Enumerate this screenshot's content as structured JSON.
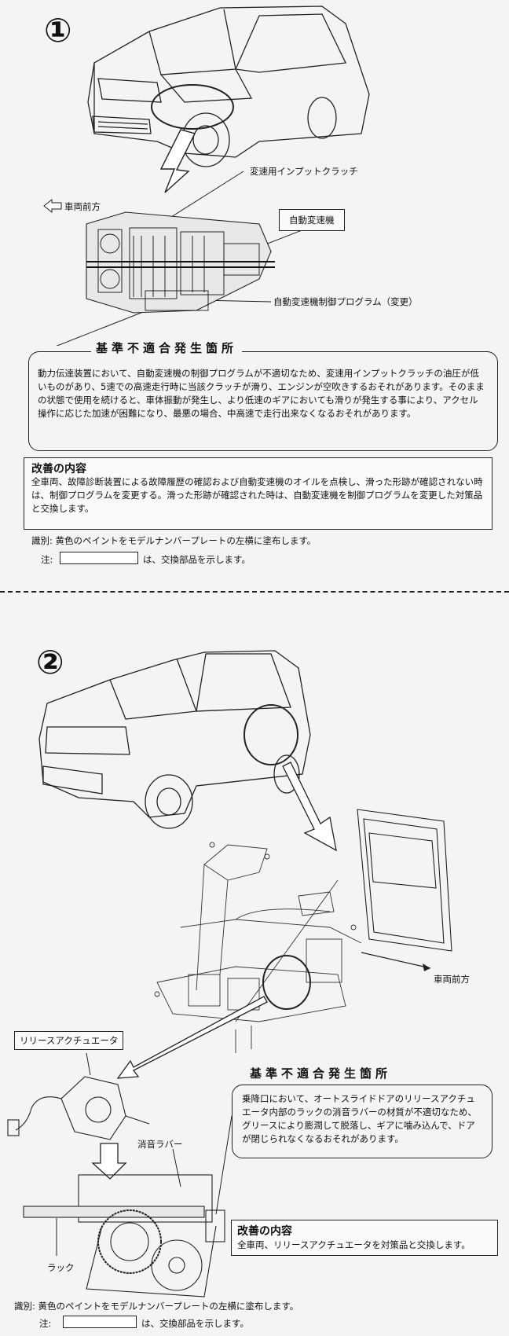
{
  "section1": {
    "number": "①",
    "label_input_clutch": "変速用インプットクラッチ",
    "label_vehicle_front": "車両前方",
    "label_transmission": "自動変速機",
    "label_program": "自動変速機制御プログラム（変更）",
    "nonconformity_title": "基準不適合発生箇所",
    "nonconformity_text": "動力伝達装置において、自動変速機の制御プログラムが不適切なため、変速用インプットクラッチの油圧が低いものがあり、5速での高速走行時に当該クラッチが滑り、エンジンが空吹きするおそれがあります。そのままの状態で使用を続けると、車体振動が発生し、より低速のギアにおいても滑りが発生する事により、アクセル操作に応じた加速が困難になり、最悪の場合、中高速で走行出来なくなるおそれがあります。",
    "improvement_title": "改善の内容",
    "improvement_text": "全車両、故障診断装置による故障履歴の確認および自動変速機のオイルを点検し、滑った形跡が確認されない時は、制御プログラムを変更する。滑った形跡が確認された時は、自動変速機を制御プログラムを変更した対策品と交換します。",
    "identification": "識別: 黄色のペイントをモデルナンバープレートの左横に塗布します。",
    "note_prefix": "注:",
    "note_suffix": "は、交換部品を示します。"
  },
  "section2": {
    "number": "②",
    "label_vehicle_front": "車両前方",
    "label_release_actuator": "リリースアクチュエータ",
    "nonconformity_title": "基準不適合発生箇所",
    "nonconformity_text": "乗降口において、オートスライドドアのリリースアクチュエータ内部のラックの消音ラバーの材質が不適切なため、グリースにより膨潤して脱落し、ギアに噛み込んで、ドアが閉じられなくなるおそれがあります。",
    "label_silencer": "消音ラバー",
    "label_rack": "ラック",
    "improvement_title": "改善の内容",
    "improvement_text": "全車両、リリースアクチュエータを対策品と交換します。",
    "identification": "識別: 黄色のペイントをモデルナンバープレートの左横に塗布します。",
    "note_prefix": "注:",
    "note_suffix": "は、交換部品を示します。"
  }
}
